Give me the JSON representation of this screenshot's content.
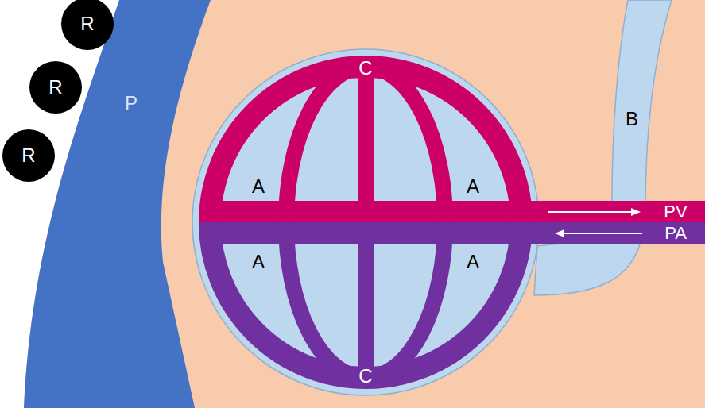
{
  "diagram": {
    "nodes": [
      {
        "text": [
          "R"
        ]
      },
      {
        "text": [
          "R"
        ]
      },
      {
        "text": [
          "R"
        ]
      },
      {
        "text": [
          "P"
        ]
      },
      {
        "text": [
          "B"
        ]
      },
      {
        "text": [
          "PV"
        ]
      },
      {
        "text": [
          "PA"
        ]
      }
    ],
    "labels": [
      "C",
      "A",
      "A",
      "A",
      "A",
      "C"
    ]
  }
}
